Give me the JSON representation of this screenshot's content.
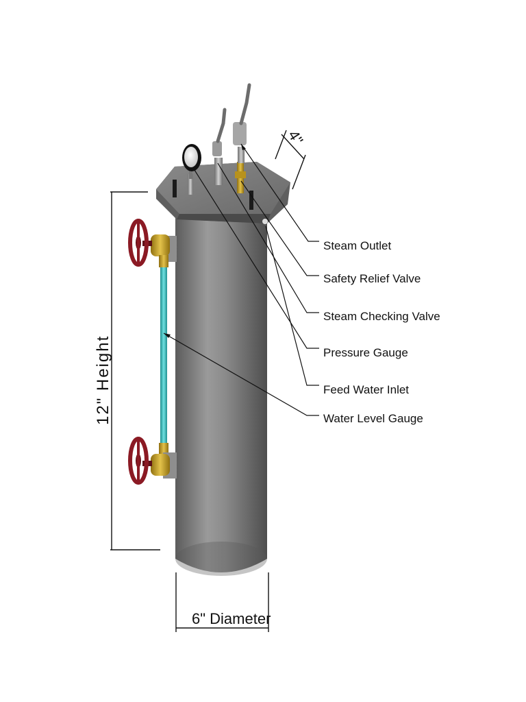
{
  "title": "",
  "callouts": [
    {
      "id": "steam_outlet",
      "text": "Steam Outlet"
    },
    {
      "id": "safety_relief_valve",
      "text": "Safety Relief Valve"
    },
    {
      "id": "steam_checking_valve",
      "text": "Steam Checking Valve"
    },
    {
      "id": "pressure_gauge",
      "text": "Pressure Gauge"
    },
    {
      "id": "feed_water_inlet",
      "text": "Feed Water Inlet"
    },
    {
      "id": "water_level_gauge",
      "text": "Water Level Gauge"
    }
  ],
  "dimensions": {
    "height": "12\" Height",
    "diameter": "6\" Diameter",
    "top_offset": "4\""
  },
  "colors": {
    "body": "#7d7d7d",
    "valve_handle": "#8b1a24",
    "brass": "#c9a227",
    "sight_glass": "#35c1c1"
  }
}
